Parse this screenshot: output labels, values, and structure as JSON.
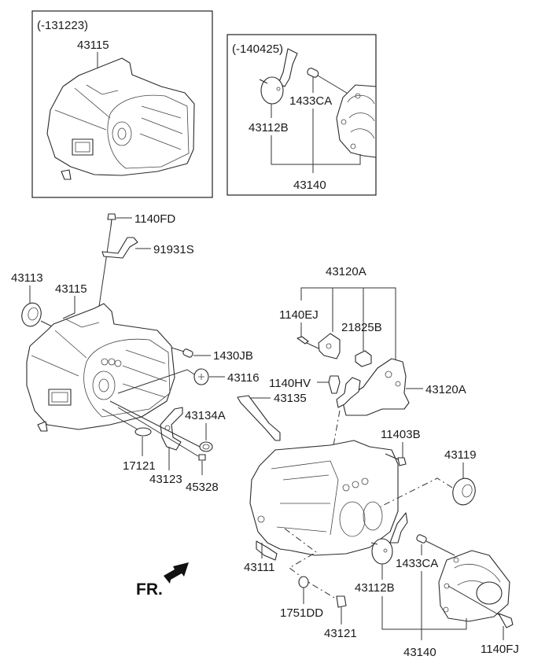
{
  "diagram": {
    "title": "Transaxle case exploded view",
    "inset_left": {
      "range_label": "(-131223)",
      "parts": [
        "43115"
      ]
    },
    "inset_right": {
      "range_label": "(-140425)",
      "parts": [
        "1433CA",
        "43112B",
        "43140"
      ]
    },
    "labels": {
      "p1140FD": "1140FD",
      "p91931S": "91931S",
      "p43113": "43113",
      "p43115": "43115",
      "p1430JB": "1430JB",
      "p43116": "43116",
      "p43134A": "43134A",
      "p17121": "17121",
      "p43123": "43123",
      "p45328": "45328",
      "p43120A_top": "43120A",
      "p1140EJ": "1140EJ",
      "p21825B": "21825B",
      "p1140HV": "1140HV",
      "p43120A_side": "43120A",
      "p43135": "43135",
      "p11403B": "11403B",
      "p43119": "43119",
      "p43111": "43111",
      "p1751DD": "1751DD",
      "p43121": "43121",
      "p1433CA": "1433CA",
      "p43112B": "43112B",
      "p43140": "43140",
      "p1140FJ": "1140FJ"
    },
    "orientation_marker": {
      "label": "FR.",
      "icon": "arrow-front-left-icon"
    }
  }
}
